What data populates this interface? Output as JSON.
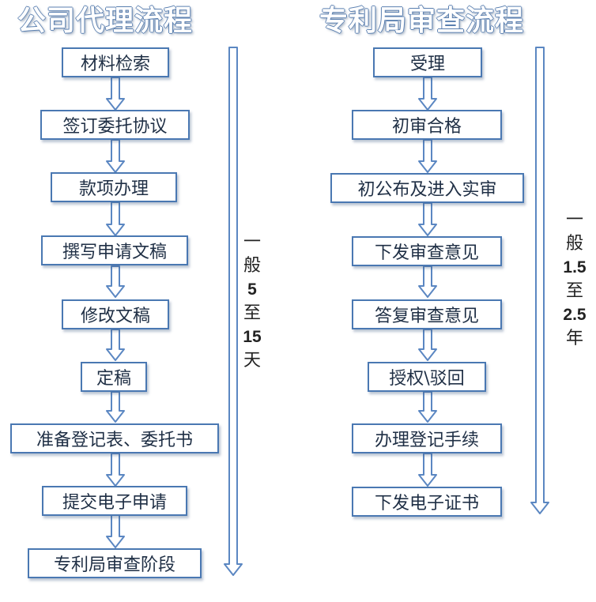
{
  "left": {
    "title": "公司代理流程",
    "steps": [
      "材料检索",
      "签订委托协议",
      "款项办理",
      "撰写申请文稿",
      "修改文稿",
      "定稿",
      "准备登记表、委托书",
      "提交电子申请",
      "专利局审查阶段"
    ],
    "duration": [
      "一",
      "般",
      "5",
      "至",
      "15",
      "天"
    ]
  },
  "right": {
    "title": "专利局审查流程",
    "steps": [
      "受理",
      "初审合格",
      "初公布及进入实审",
      "下发审查意见",
      "答复审查意见",
      "授权\\驳回",
      "办理登记手续",
      "下发电子证书"
    ],
    "duration": [
      "一",
      "般",
      "1.5",
      "至",
      "2.5",
      "年"
    ]
  }
}
